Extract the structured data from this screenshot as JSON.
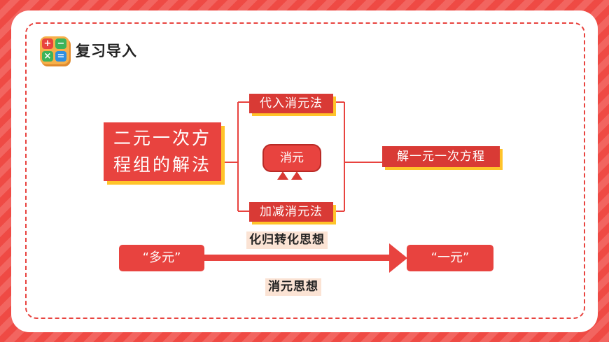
{
  "header": {
    "title": "复习导入",
    "logo_symbols": [
      "+",
      "−",
      "×",
      "="
    ]
  },
  "diagram": {
    "main_box": {
      "line1": "二元一次方",
      "line2": "程组的解法"
    },
    "method_top": "代入消元法",
    "method_bottom": "加减消元法",
    "center": "消元",
    "result": "解一元一次方程"
  },
  "bottom": {
    "left": "“多元”",
    "right": "“一元”",
    "arrow_label": "化归转化思想",
    "below_label": "消元思想"
  },
  "colors": {
    "primary": "#e8433f",
    "accent": "#ffc42a",
    "background": "#ef4a44"
  }
}
